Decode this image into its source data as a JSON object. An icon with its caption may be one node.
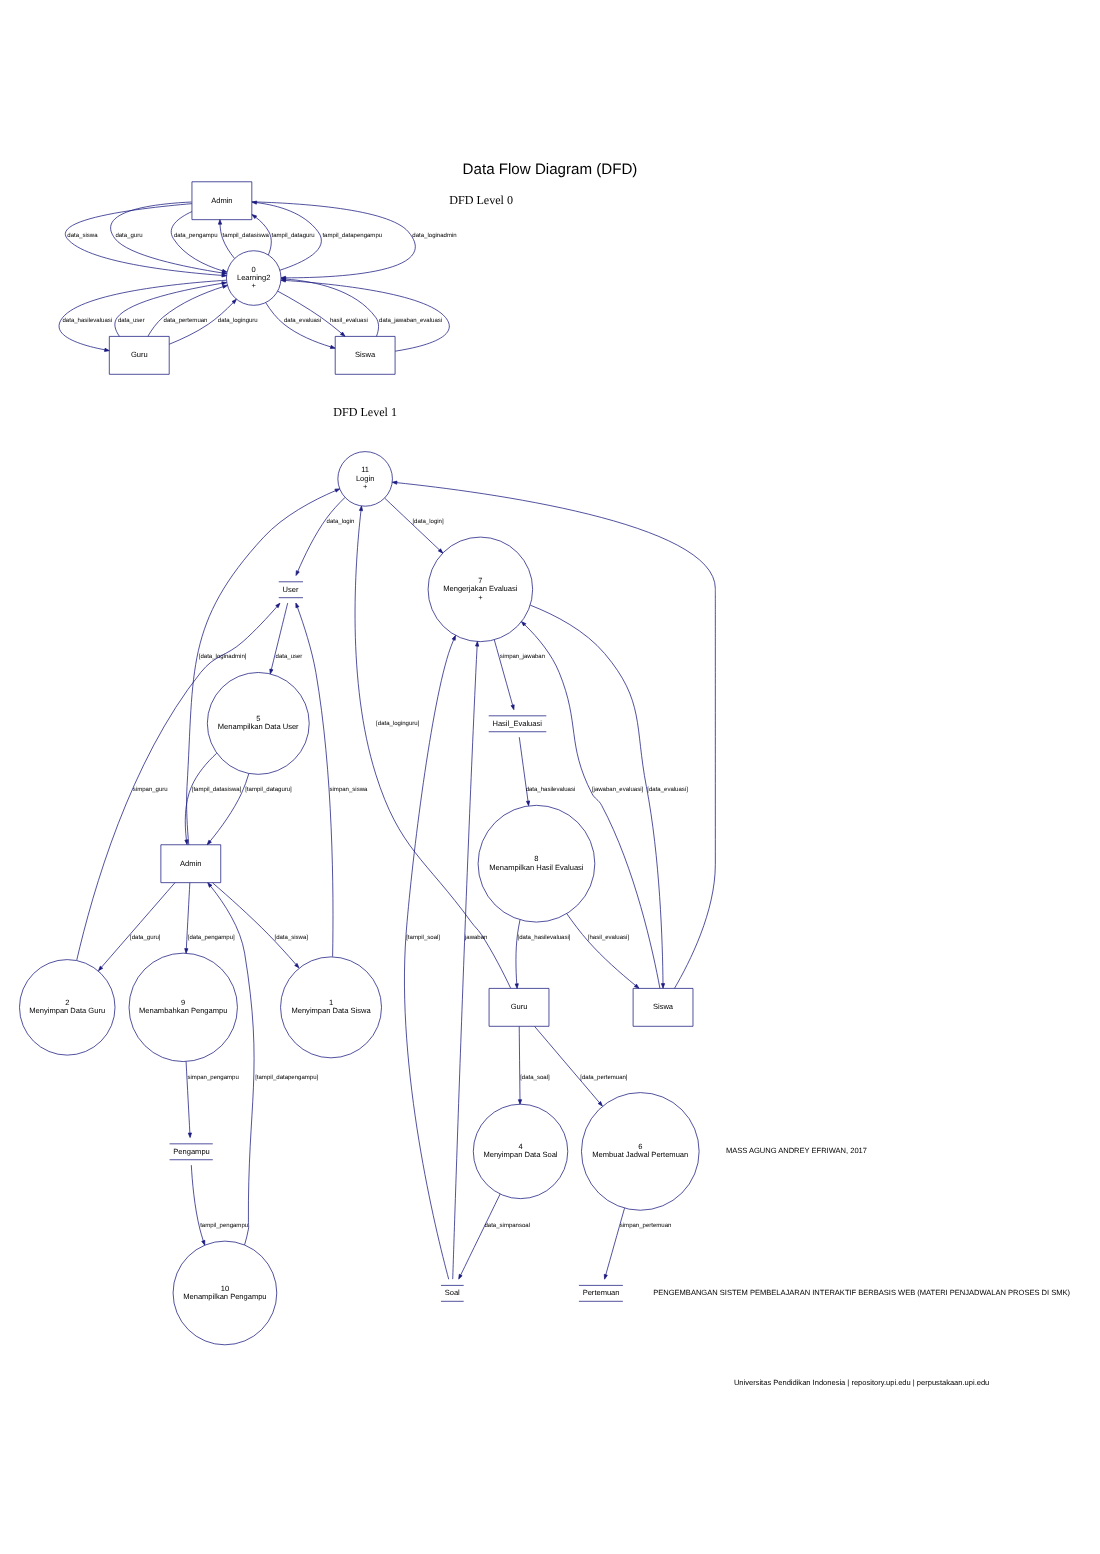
{
  "diagram": {
    "title": "Data Flow Diagram (DFD)",
    "nodes": [
      {
        "text": [
          "Admin"
        ]
      },
      {
        "text": [
          "0",
          "Learning2",
          "+"
        ]
      },
      {
        "text": [
          "Guru"
        ]
      },
      {
        "text": [
          "Siswa"
        ]
      },
      {
        "text": [
          "11",
          "Login",
          "+"
        ]
      },
      {
        "text": [
          "Admin"
        ]
      },
      {
        "text": [
          "1",
          "Menyimpan Data Siswa"
        ]
      },
      {
        "text": [
          "User"
        ]
      },
      {
        "text": [
          "2",
          "Menyimpan Data Guru"
        ]
      },
      {
        "text": [
          "4",
          "Menyimpan Data Soal"
        ]
      },
      {
        "text": [
          "Guru"
        ]
      },
      {
        "text": [
          "Soal"
        ]
      },
      {
        "text": [
          "6",
          "Membuat Jadwal Pertemuan"
        ]
      },
      {
        "text": [
          "Pertemuan"
        ]
      },
      {
        "text": [
          "9",
          "Menambahkan Pengampu"
        ]
      },
      {
        "text": [
          "10",
          "Menampilkan Pengampu"
        ]
      },
      {
        "text": [
          "Pengampu"
        ]
      },
      {
        "text": [
          "5",
          "Menampilkan Data User"
        ]
      },
      {
        "text": [
          "Hasil_Evaluasi"
        ]
      },
      {
        "text": [
          "7",
          "Mengerjakan Evaluasi",
          "+"
        ]
      },
      {
        "text": [
          "8",
          "Menampilkan Hasil Evaluasi"
        ]
      },
      {
        "text": [
          "Siswa"
        ]
      }
    ],
    "edges": [
      {
        "from": 0,
        "to": 1,
        "arrow": "to",
        "label": "data_loginadmin"
      },
      {
        "from": 1,
        "to": 0,
        "arrow": "to",
        "label": "tampil_datasiswa"
      },
      {
        "from": 0,
        "to": 1,
        "arrow": "to",
        "label": "data_siswa"
      },
      {
        "from": 0,
        "to": 1,
        "arrow": "to",
        "label": "data_guru"
      },
      {
        "from": 1,
        "to": 0,
        "arrow": "to",
        "label": "tampil_dataguru"
      },
      {
        "from": 1,
        "to": 0,
        "arrow": "to",
        "label": "tampil_datapengampu"
      },
      {
        "from": 0,
        "to": 1,
        "arrow": "to",
        "label": "data_pengampu"
      },
      {
        "from": 2,
        "to": 1,
        "arrow": "to",
        "label": "data_user"
      },
      {
        "from": 2,
        "to": 1,
        "arrow": "to",
        "label": "data_pertemuan"
      },
      {
        "from": 2,
        "to": 1,
        "arrow": "to",
        "label": "data_loginguru"
      },
      {
        "from": 1,
        "to": 2,
        "arrow": "to",
        "label": "data_hasilevaluasi"
      },
      {
        "from": 1,
        "to": 3,
        "arrow": "to",
        "label": "data_evaluasi"
      },
      {
        "from": 3,
        "to": 1,
        "arrow": "to",
        "label": "data_jawaban_evaluasi"
      },
      {
        "from": 3,
        "to": 1,
        "arrow": "to"
      },
      {
        "from": 1,
        "to": 3,
        "arrow": "to",
        "label": "hasil_evaluasi"
      },
      {
        "from": 5,
        "to": 4,
        "arrow": "to",
        "label": "[data_loginadmin]"
      },
      {
        "from": 10,
        "to": 4,
        "arrow": "to",
        "label": "[data_loginguru]"
      },
      {
        "from": 5,
        "to": 6,
        "arrow": "to",
        "label": "[data_siswa]"
      },
      {
        "from": 6,
        "to": 7,
        "arrow": "to",
        "label": "simpan_siswa"
      },
      {
        "from": 4,
        "to": 7,
        "arrow": "to",
        "label": "data_login"
      },
      {
        "from": 5,
        "to": 8,
        "arrow": "to",
        "label": "[data_guru]"
      },
      {
        "from": 8,
        "to": 7,
        "arrow": "to",
        "label": "simpan_guru"
      },
      {
        "from": 5,
        "to": 14,
        "arrow": "to",
        "label": "[data_pengampu]"
      },
      {
        "from": 15,
        "to": 5,
        "arrow": "to",
        "label": "[tampil_datapengampu]"
      },
      {
        "from": 14,
        "to": 16,
        "arrow": "to",
        "label": "simpan_pengampu"
      },
      {
        "from": 16,
        "to": 15,
        "arrow": "to",
        "label": "tampil_pengampu"
      },
      {
        "from": 7,
        "to": 17,
        "arrow": "to",
        "label": "data_user"
      },
      {
        "from": 17,
        "to": 5,
        "arrow": "to",
        "label": "[tampil_datasiswa]"
      },
      {
        "from": 17,
        "to": 5,
        "arrow": "to",
        "label": "[tampil_dataguru]"
      },
      {
        "from": 10,
        "to": 9,
        "arrow": "to",
        "label": "[data_soal]"
      },
      {
        "from": 9,
        "to": 11,
        "arrow": "to",
        "label": "data_simpansoal"
      },
      {
        "from": 10,
        "to": 12,
        "arrow": "to",
        "label": "[data_pertemuan]"
      },
      {
        "from": 12,
        "to": 13,
        "arrow": "to",
        "label": "simpan_pertemuan"
      },
      {
        "from": 4,
        "to": 19,
        "arrow": "to",
        "label": "[data_login]"
      },
      {
        "from": 11,
        "to": 19,
        "arrow": "to",
        "label": "[tampil_soal]"
      },
      {
        "from": 11,
        "to": 19,
        "arrow": "to",
        "label": "jawaban"
      },
      {
        "from": 19,
        "to": 18,
        "arrow": "to",
        "label": "simpan_jawaban"
      },
      {
        "from": 18,
        "to": 20,
        "arrow": "to",
        "label": "data_hasilevaluasi"
      },
      {
        "from": 20,
        "to": 10,
        "arrow": "to",
        "label": "[data_hasilevaluasi]"
      },
      {
        "from": 21,
        "to": 4,
        "arrow": "to"
      },
      {
        "from": 19,
        "to": 21,
        "arrow": "to",
        "label": "[data_evaluasi]"
      },
      {
        "from": 21,
        "to": 19,
        "arrow": "to",
        "label": "[jawaban_evaluasi]"
      },
      {
        "from": 20,
        "to": 21,
        "arrow": "to",
        "label": "[hasil_evaluasi]"
      }
    ],
    "labels": [
      "DFD Level 0",
      "DFD Level 1",
      "MASS AGUNG ANDREY EFRIWAN, 2017",
      "PENGEMBANGAN SISTEM PEMBELAJARAN INTERAKTIF BERBASIS WEB (MATERI PENJADWALAN PROSES DI SMK)",
      "Universitas Pendidikan Indonesia | repository.upi.edu | perpustakaan.upi.edu"
    ]
  }
}
